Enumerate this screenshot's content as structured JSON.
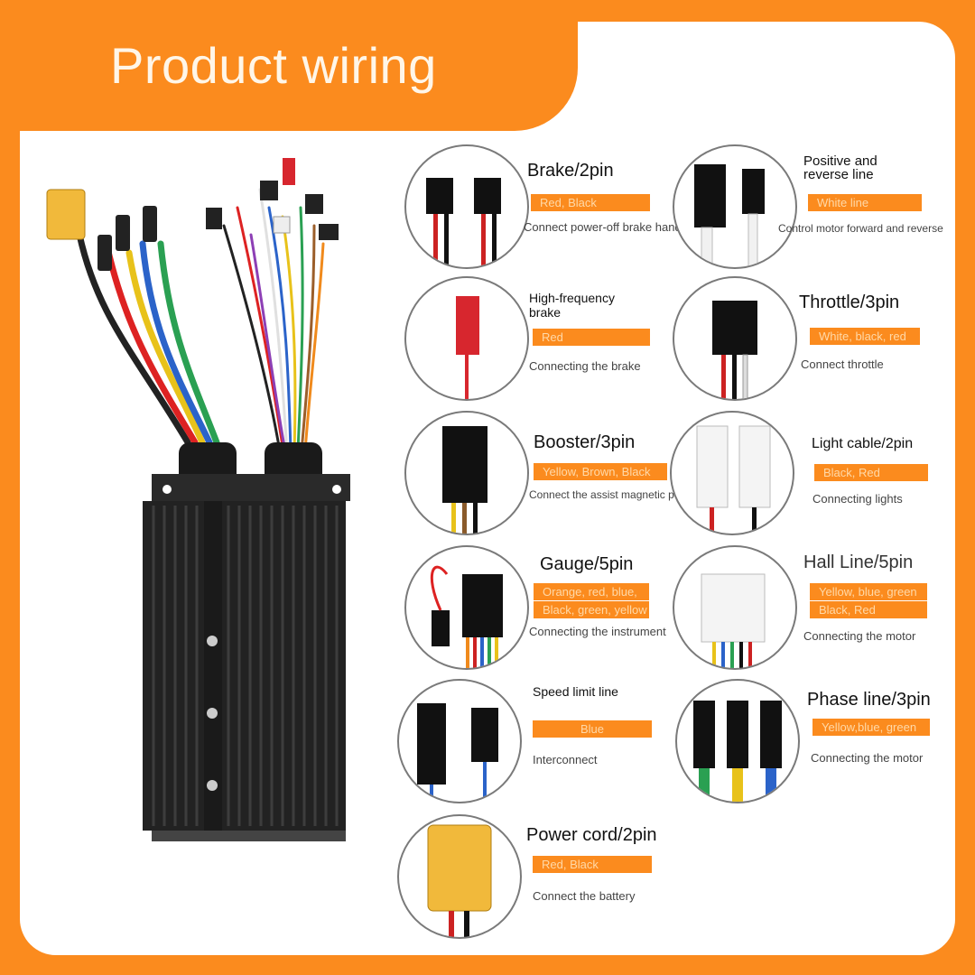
{
  "title": "Product wiring",
  "connectors": [
    {
      "name": "Brake/2pin",
      "colors": [
        "Red, Black"
      ],
      "desc": "Connect power-off brake handle"
    },
    {
      "name": "Positive and reverse line",
      "colors": [
        "White line"
      ],
      "desc": "Control motor forward and reverse"
    },
    {
      "name": "High-frequency brake",
      "colors": [
        "Red"
      ],
      "desc": "Connecting the brake"
    },
    {
      "name": "Throttle/3pin",
      "colors": [
        "White, black, red"
      ],
      "desc": "Connect throttle"
    },
    {
      "name": "Booster/3pin",
      "colors": [
        "Yellow, Brown, Black"
      ],
      "desc": "Connect the assist magnetic point"
    },
    {
      "name": "Light cable/2pin",
      "colors": [
        "Black, Red"
      ],
      "desc": "Connecting lights"
    },
    {
      "name": "Gauge/5pin",
      "colors": [
        "Orange, red, blue,",
        "Black, green, yellow"
      ],
      "desc": "Connecting the instrument"
    },
    {
      "name": "Hall Line/5pin",
      "colors": [
        "Yellow, blue, green",
        "Black, Red"
      ],
      "desc": "Connecting the motor"
    },
    {
      "name": "Speed limit line",
      "colors": [
        "Blue"
      ],
      "desc": "Interconnect"
    },
    {
      "name": "Phase line/3pin",
      "colors": [
        "Yellow,blue, green"
      ],
      "desc": "Connecting the motor"
    },
    {
      "name": "Power cord/2pin",
      "colors": [
        "Red, Black"
      ],
      "desc": "Connect the battery"
    }
  ]
}
